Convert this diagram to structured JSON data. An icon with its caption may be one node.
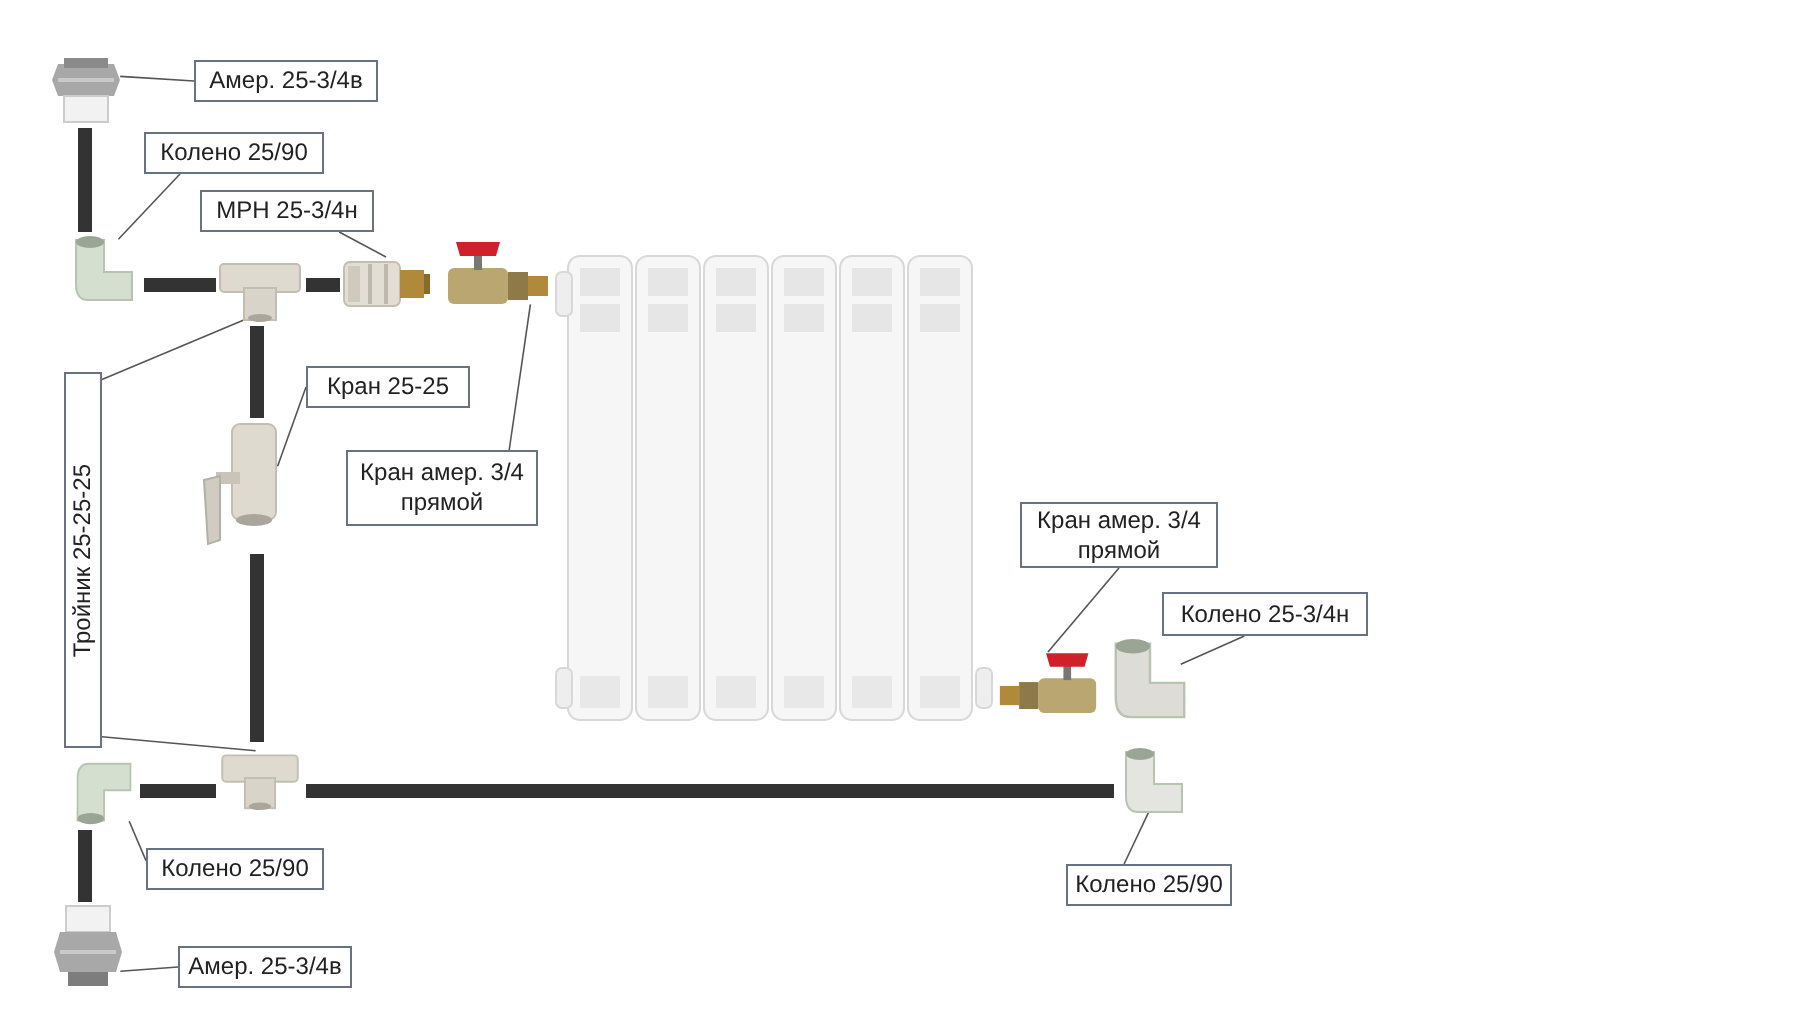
{
  "diagram": {
    "nodes": [
      {
        "text": [
          "Амер. 25-3/4в"
        ]
      },
      {
        "text": [],
        "shape": "picture"
      },
      {
        "text": [
          "Колено 25/90"
        ]
      },
      {
        "text": [],
        "shape": "picture"
      },
      {
        "text": [
          "МРН 25-3/4н"
        ]
      },
      {
        "text": [],
        "shape": "picture"
      },
      {
        "text": [
          "Тройник 25-25-25"
        ]
      },
      {
        "text": [],
        "shape": "picture"
      },
      {
        "text": [],
        "shape": "picture"
      },
      {
        "text": [
          "Кран 25-25"
        ]
      },
      {
        "text": [],
        "shape": "picture"
      },
      {
        "text": [
          "Кран амер. 3/4 прямой"
        ]
      },
      {
        "text": [],
        "shape": "picture"
      },
      {
        "text": [
          "Кран амер. 3/4 прямой"
        ]
      },
      {
        "text": [],
        "shape": "picture"
      },
      {
        "text": [
          "Колено 25-3/4н"
        ]
      },
      {
        "text": [],
        "shape": "picture"
      },
      {
        "text": [],
        "shape": "picture"
      },
      {
        "text": [
          "Колено 25/90"
        ]
      },
      {
        "text": [],
        "shape": "picture"
      },
      {
        "text": [
          "Колено 25/90"
        ]
      },
      {
        "text": [],
        "shape": "picture"
      },
      {
        "text": [
          "Амер. 25-3/4в"
        ]
      }
    ],
    "edges": [
      {
        "from": 0,
        "to": 1,
        "arrow": "none"
      },
      {
        "from": 2,
        "to": 3,
        "arrow": "none"
      },
      {
        "from": 4,
        "to": 5,
        "arrow": "none"
      },
      {
        "from": 6,
        "to": 7,
        "arrow": "none"
      },
      {
        "from": 6,
        "to": 8,
        "arrow": "none"
      },
      {
        "from": 9,
        "to": 10,
        "arrow": "none"
      },
      {
        "from": 11,
        "to": 12,
        "arrow": "none"
      },
      {
        "from": 13,
        "to": 14,
        "arrow": "none"
      },
      {
        "from": 15,
        "to": 16,
        "arrow": "none"
      },
      {
        "from": 18,
        "to": 17,
        "arrow": "none"
      },
      {
        "from": 20,
        "to": 19,
        "arrow": "none"
      },
      {
        "from": 22,
        "to": 21,
        "arrow": "none"
      }
    ]
  }
}
